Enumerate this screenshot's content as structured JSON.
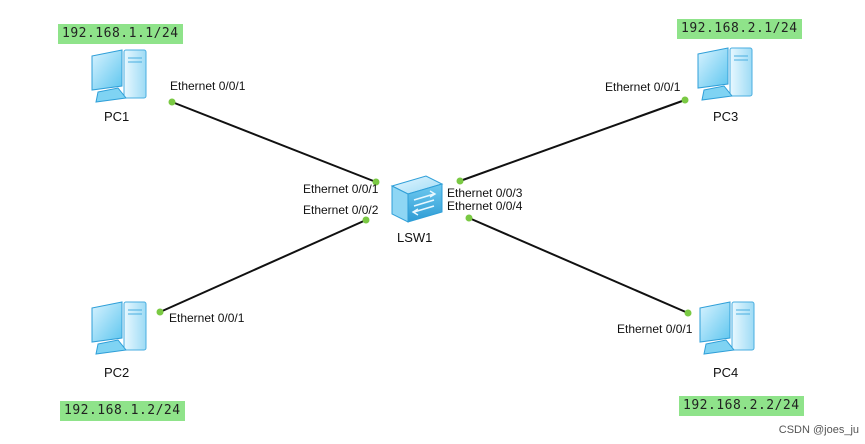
{
  "devices": {
    "pc1": {
      "name": "PC1",
      "ip": "192.168.1.1/24",
      "port": "Ethernet 0/0/1"
    },
    "pc2": {
      "name": "PC2",
      "ip": "192.168.1.2/24",
      "port": "Ethernet 0/0/1"
    },
    "pc3": {
      "name": "PC3",
      "ip": "192.168.2.1/24",
      "port": "Ethernet 0/0/1"
    },
    "pc4": {
      "name": "PC4",
      "ip": "192.168.2.2/24",
      "port": "Ethernet 0/0/1"
    },
    "switch": {
      "name": "LSW1",
      "ports": {
        "to_pc1": "Ethernet 0/0/1",
        "to_pc2": "Ethernet 0/0/2",
        "to_pc3": "Ethernet 0/0/3",
        "to_pc4": "Ethernet 0/0/4"
      }
    }
  },
  "links": [
    {
      "from": "pc1",
      "to": "switch"
    },
    {
      "from": "pc2",
      "to": "switch"
    },
    {
      "from": "pc3",
      "to": "switch"
    },
    {
      "from": "pc4",
      "to": "switch"
    }
  ],
  "colors": {
    "link": "#111111",
    "port_dot": "#7ac943",
    "ip_highlight": "#8fe38a",
    "device": "#3fb7e8"
  },
  "icons": {
    "pc": "pc-monitor-icon",
    "switch": "switch-icon"
  },
  "watermark": "CSDN @joes_ju"
}
